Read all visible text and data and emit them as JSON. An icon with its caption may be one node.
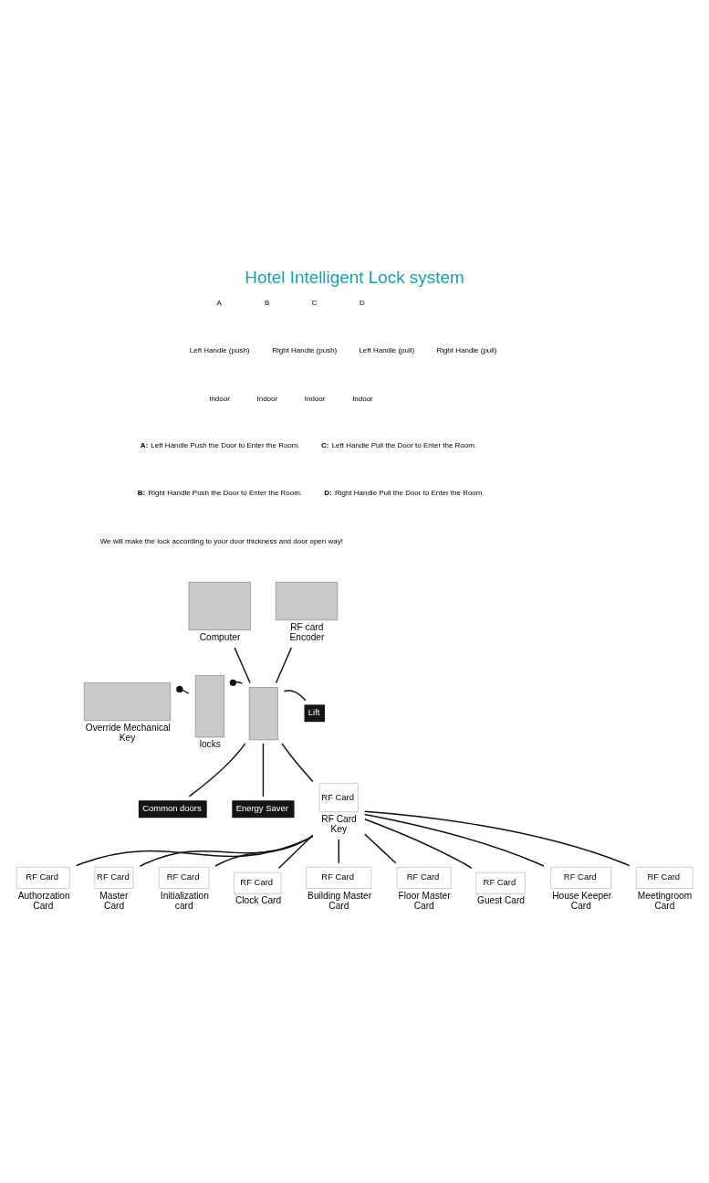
{
  "diagram": {
    "title": "Hotel Intelligent Lock system",
    "nodes": [
      {
        "text": [],
        "shape": "box",
        "beside": [
          "Computer"
        ]
      },
      {
        "text": [],
        "shape": "box",
        "beside": [
          "RF card Encoder"
        ]
      },
      {
        "text": [],
        "shape": "box",
        "beside": [
          "Override Mechanical Key"
        ]
      },
      {
        "text": [],
        "shape": "box",
        "beside": [
          "locks"
        ]
      },
      {
        "text": [],
        "shape": "box"
      },
      {
        "text": [
          "Common doors"
        ]
      },
      {
        "text": [
          "Energy Saver"
        ]
      },
      {
        "text": [
          "Lift"
        ]
      },
      {
        "text": [
          "RF Card"
        ],
        "beside": [
          "RF Card Key"
        ]
      },
      {
        "text": [
          "RF Card"
        ],
        "beside": [
          "Authorzation Card"
        ]
      },
      {
        "text": [
          "RF Card"
        ],
        "beside": [
          "Master Card"
        ]
      },
      {
        "text": [
          "RF Card"
        ],
        "beside": [
          "Initialization card"
        ]
      },
      {
        "text": [
          "RF Card"
        ],
        "beside": [
          "Clock Card"
        ]
      },
      {
        "text": [
          "RF Card"
        ],
        "beside": [
          "Building Master Card"
        ]
      },
      {
        "text": [
          "RF Card"
        ],
        "beside": [
          "Floor Master Card"
        ]
      },
      {
        "text": [
          "RF Card"
        ],
        "beside": [
          "Guest Card"
        ]
      },
      {
        "text": [
          "RF Card"
        ],
        "beside": [
          "House Keeper Card"
        ]
      },
      {
        "text": [
          "RF Card"
        ],
        "beside": [
          "Meetingroom Card"
        ]
      }
    ],
    "edges": [
      {
        "from": 0,
        "to": 4,
        "arrow": "none"
      },
      {
        "from": 1,
        "to": 4,
        "arrow": "none"
      },
      {
        "from": 2,
        "to": 3,
        "arrow": "other"
      },
      {
        "from": 3,
        "to": 4,
        "arrow": "other"
      },
      {
        "from": 4,
        "to": 5,
        "arrow": "none"
      },
      {
        "from": 4,
        "to": 6,
        "arrow": "none"
      },
      {
        "from": 4,
        "to": 7,
        "arrow": "none"
      },
      {
        "from": 4,
        "to": 8,
        "arrow": "none"
      },
      {
        "from": 8,
        "to": 9,
        "arrow": "none"
      },
      {
        "from": 8,
        "to": 10,
        "arrow": "none"
      },
      {
        "from": 8,
        "to": 11,
        "arrow": "none"
      },
      {
        "from": 8,
        "to": 12,
        "arrow": "none"
      },
      {
        "from": 8,
        "to": 13,
        "arrow": "none"
      },
      {
        "from": 8,
        "to": 14,
        "arrow": "none"
      },
      {
        "from": 8,
        "to": 15,
        "arrow": "none"
      },
      {
        "from": 8,
        "to": 16,
        "arrow": "none"
      },
      {
        "from": 8,
        "to": 17,
        "arrow": "none"
      }
    ],
    "labels": [
      "A",
      "B",
      "C",
      "D",
      "Left Handle (push)",
      "Right Handle (push)",
      "Left Handle (pull)",
      "Right Handle (pull)",
      "Indoor",
      "Indoor",
      "Indoor",
      "Indoor",
      "**A:** Left Handle Push the Door to Enter the Room.",
      "**C:** Left Handle Pull the Door to Enter the Room.",
      "**B:** Right Handle Push the Door to Enter the Room.",
      "**D:** Right Handle Pull the Door to Enter the Room.",
      "We will make the lock according to your door thickness and door open way!"
    ]
  }
}
